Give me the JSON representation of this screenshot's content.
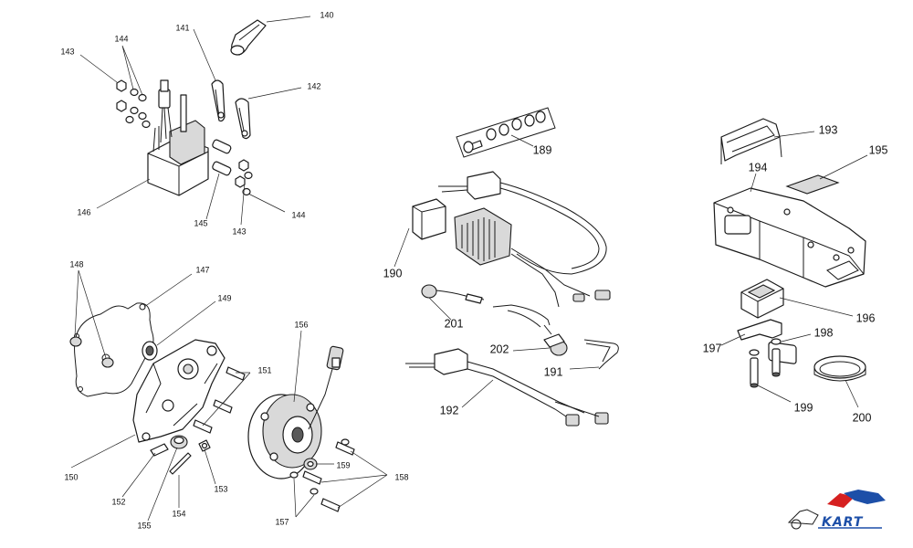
{
  "diagram": {
    "left_labels": [
      "140",
      "141",
      "142",
      "143",
      "144",
      "143",
      "144",
      "145",
      "146",
      "147",
      "148",
      "149",
      "150",
      "151",
      "152",
      "153",
      "154",
      "155",
      "156",
      "157",
      "158",
      "159"
    ],
    "mid_labels": [
      "189",
      "190",
      "191",
      "192",
      "201",
      "202"
    ],
    "right_labels": [
      "193",
      "194",
      "195",
      "196",
      "197",
      "198",
      "199",
      "200"
    ],
    "logo_text": "KART",
    "colors": {
      "line": "#1a1a1a",
      "logo_blue": "#1d4fa8",
      "logo_red": "#d62020"
    }
  }
}
